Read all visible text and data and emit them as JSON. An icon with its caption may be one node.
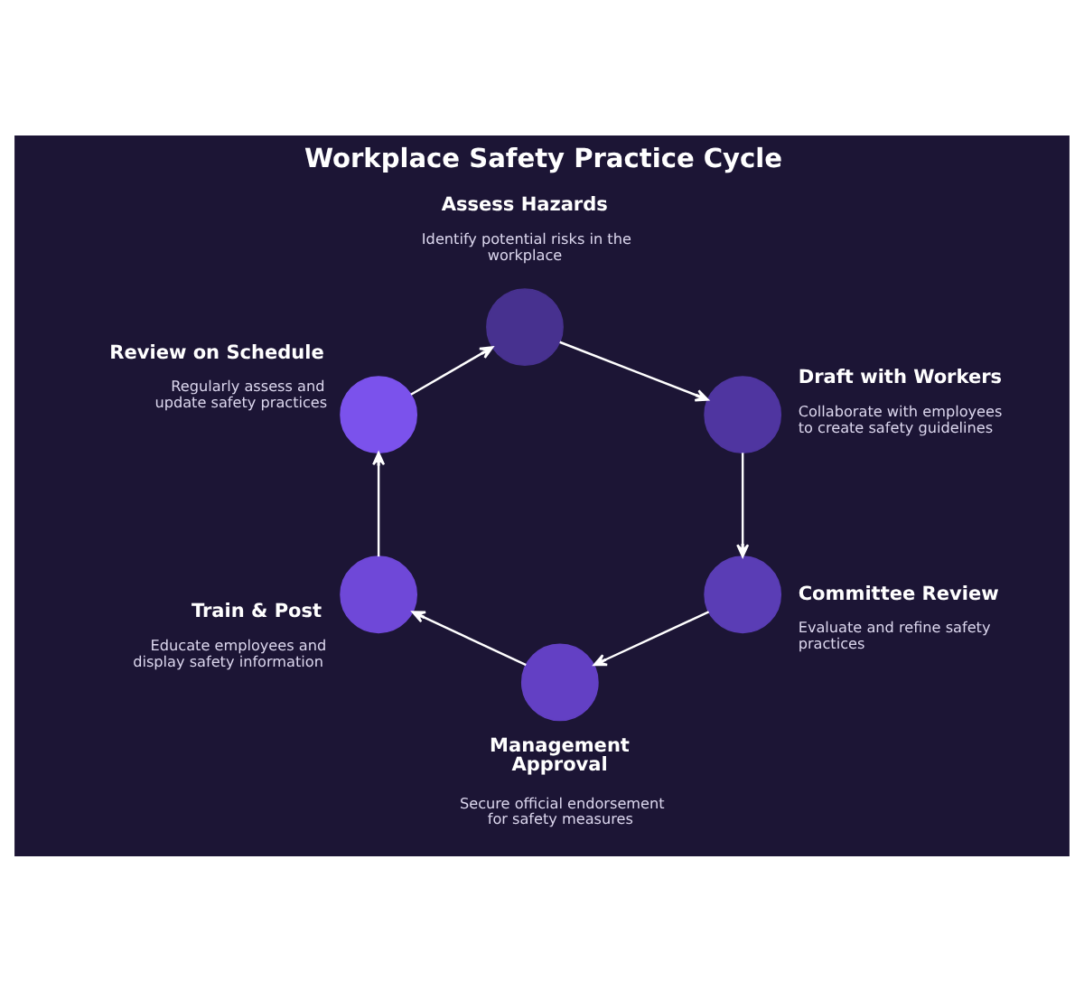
{
  "diagram": {
    "title": "Workplace Safety Practice Cycle",
    "nodes": [
      {
        "text": [
          "Assess Hazards",
          "Identify potential risks in the workplace"
        ]
      },
      {
        "text": [
          "Draft with Workers",
          "Collaborate with employees to create safety guidelines"
        ]
      },
      {
        "text": [
          "Committee Review",
          "Evaluate and refine safety practices"
        ]
      },
      {
        "text": [
          "Management Approval",
          "Secure official endorsement for safety measures"
        ]
      },
      {
        "text": [
          "Train & Post",
          "Educate employees and display safety information"
        ]
      },
      {
        "text": [
          "Review on Schedule",
          "Regularly assess and update safety practices"
        ]
      }
    ],
    "edges": [
      {
        "from": 0,
        "to": 1,
        "arrow": "to"
      },
      {
        "from": 1,
        "to": 2,
        "arrow": "to"
      },
      {
        "from": 2,
        "to": 3,
        "arrow": "to"
      },
      {
        "from": 3,
        "to": 4,
        "arrow": "to"
      },
      {
        "from": 4,
        "to": 5,
        "arrow": "to"
      },
      {
        "from": 5,
        "to": 0,
        "arrow": "to"
      }
    ]
  }
}
